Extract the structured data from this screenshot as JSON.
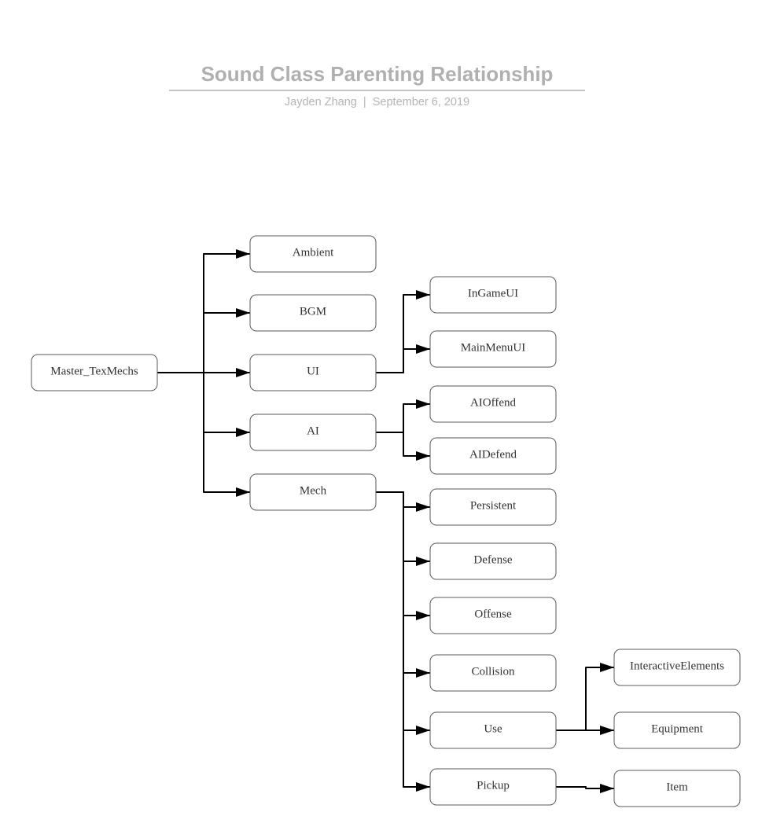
{
  "header": {
    "title": "Sound Class Parenting Relationship",
    "author": "Jayden Zhang",
    "separator": "|",
    "date": "September 6, 2019"
  },
  "nodes": [
    {
      "id": "master",
      "label": "Master_TexMechs"
    },
    {
      "id": "ambient",
      "label": "Ambient"
    },
    {
      "id": "bgm",
      "label": "BGM"
    },
    {
      "id": "ui",
      "label": "UI"
    },
    {
      "id": "ai",
      "label": "AI"
    },
    {
      "id": "mech",
      "label": "Mech"
    },
    {
      "id": "ingameui",
      "label": "InGameUI"
    },
    {
      "id": "mainmenuui",
      "label": "MainMenuUI"
    },
    {
      "id": "aioffend",
      "label": "AIOffend"
    },
    {
      "id": "aidefend",
      "label": "AIDefend"
    },
    {
      "id": "persistent",
      "label": "Persistent"
    },
    {
      "id": "defense",
      "label": "Defense"
    },
    {
      "id": "offense",
      "label": "Offense"
    },
    {
      "id": "collision",
      "label": "Collision"
    },
    {
      "id": "use",
      "label": "Use"
    },
    {
      "id": "pickup",
      "label": "Pickup"
    },
    {
      "id": "interactive",
      "label": "InteractiveElements"
    },
    {
      "id": "equipment",
      "label": "Equipment"
    },
    {
      "id": "item",
      "label": "Item"
    }
  ],
  "edges": [
    {
      "from": "master",
      "to": "ambient"
    },
    {
      "from": "master",
      "to": "bgm"
    },
    {
      "from": "master",
      "to": "ui"
    },
    {
      "from": "master",
      "to": "ai"
    },
    {
      "from": "master",
      "to": "mech"
    },
    {
      "from": "ui",
      "to": "ingameui"
    },
    {
      "from": "ui",
      "to": "mainmenuui"
    },
    {
      "from": "ai",
      "to": "aioffend"
    },
    {
      "from": "ai",
      "to": "aidefend"
    },
    {
      "from": "mech",
      "to": "persistent"
    },
    {
      "from": "mech",
      "to": "defense"
    },
    {
      "from": "mech",
      "to": "offense"
    },
    {
      "from": "mech",
      "to": "collision"
    },
    {
      "from": "mech",
      "to": "use"
    },
    {
      "from": "mech",
      "to": "pickup"
    },
    {
      "from": "use",
      "to": "interactive"
    },
    {
      "from": "use",
      "to": "equipment"
    },
    {
      "from": "pickup",
      "to": "item"
    }
  ]
}
